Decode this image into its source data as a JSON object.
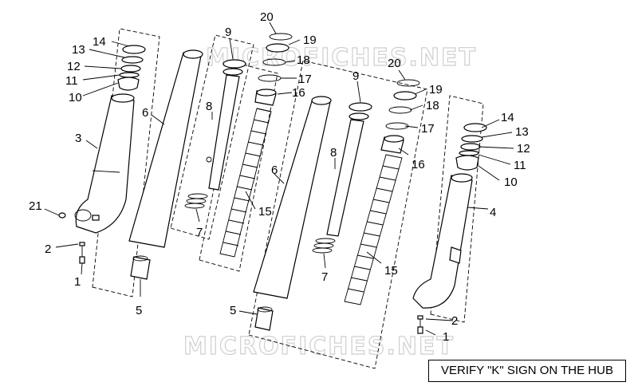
{
  "watermark": "MICROFICHES.NET",
  "note": "VERIFY \"K\" SIGN ON THE HUB",
  "callouts": {
    "c1a": "1",
    "c2a": "2",
    "c3": "3",
    "c5a": "5",
    "c6a": "6",
    "c7a": "7",
    "c8a": "8",
    "c9a": "9",
    "c10a": "10",
    "c11a": "11",
    "c12a": "12",
    "c13a": "13",
    "c14a": "14",
    "c15a": "15",
    "c16a": "16",
    "c17a": "17",
    "c18a": "18",
    "c19a": "19",
    "c20a": "20",
    "c21": "21",
    "c1b": "1",
    "c2b": "2",
    "c4": "4",
    "c5b": "5",
    "c6b": "6",
    "c7b": "7",
    "c8b": "8",
    "c9b": "9",
    "c10b": "10",
    "c11b": "11",
    "c12b": "12",
    "c13b": "13",
    "c14b": "14",
    "c15b": "15",
    "c16b": "16",
    "c17b": "17",
    "c18b": "18",
    "c19b": "19",
    "c20b": "20"
  }
}
